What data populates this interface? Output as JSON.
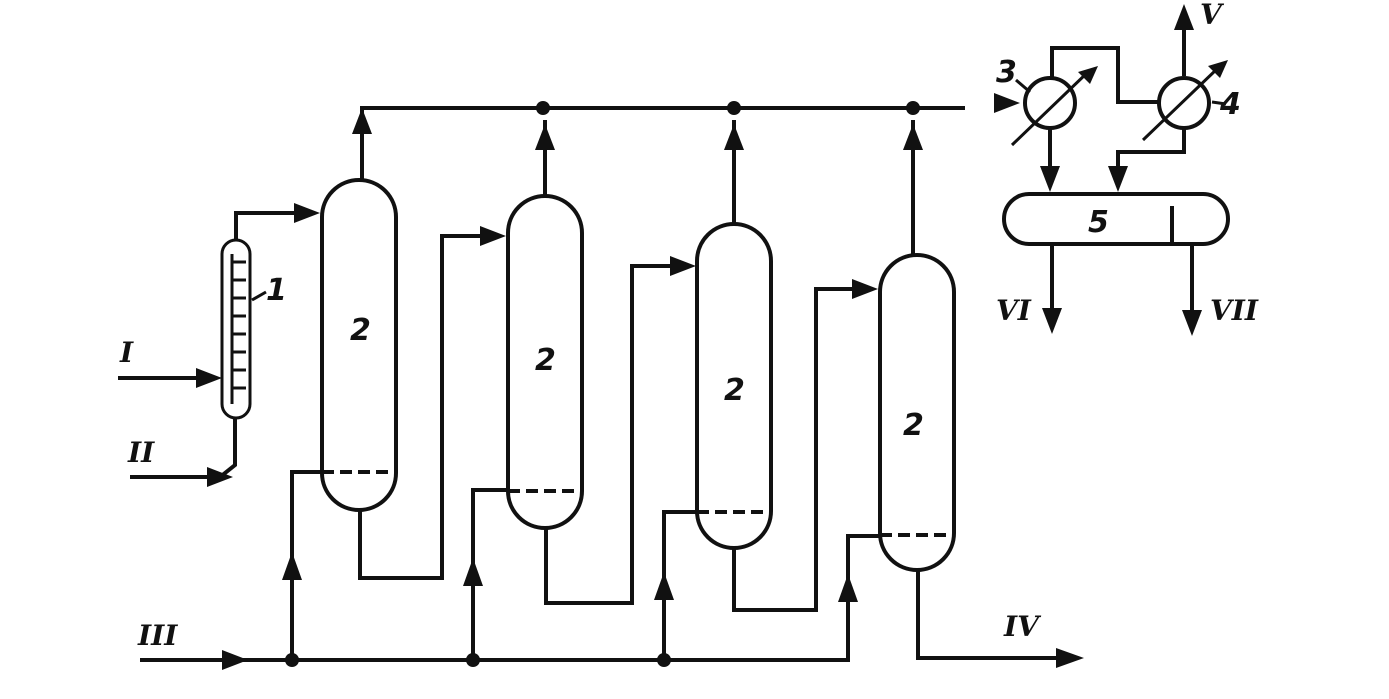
{
  "equipment": {
    "heater": "1",
    "column1": "2",
    "column2": "2",
    "column3": "2",
    "column4": "2",
    "condenser": "3",
    "cooler": "4",
    "separator": "5"
  },
  "streams": {
    "s1": "I",
    "s2": "II",
    "s3": "III",
    "s4": "IV",
    "s5": "V",
    "s6": "VI",
    "s7": "VII"
  }
}
